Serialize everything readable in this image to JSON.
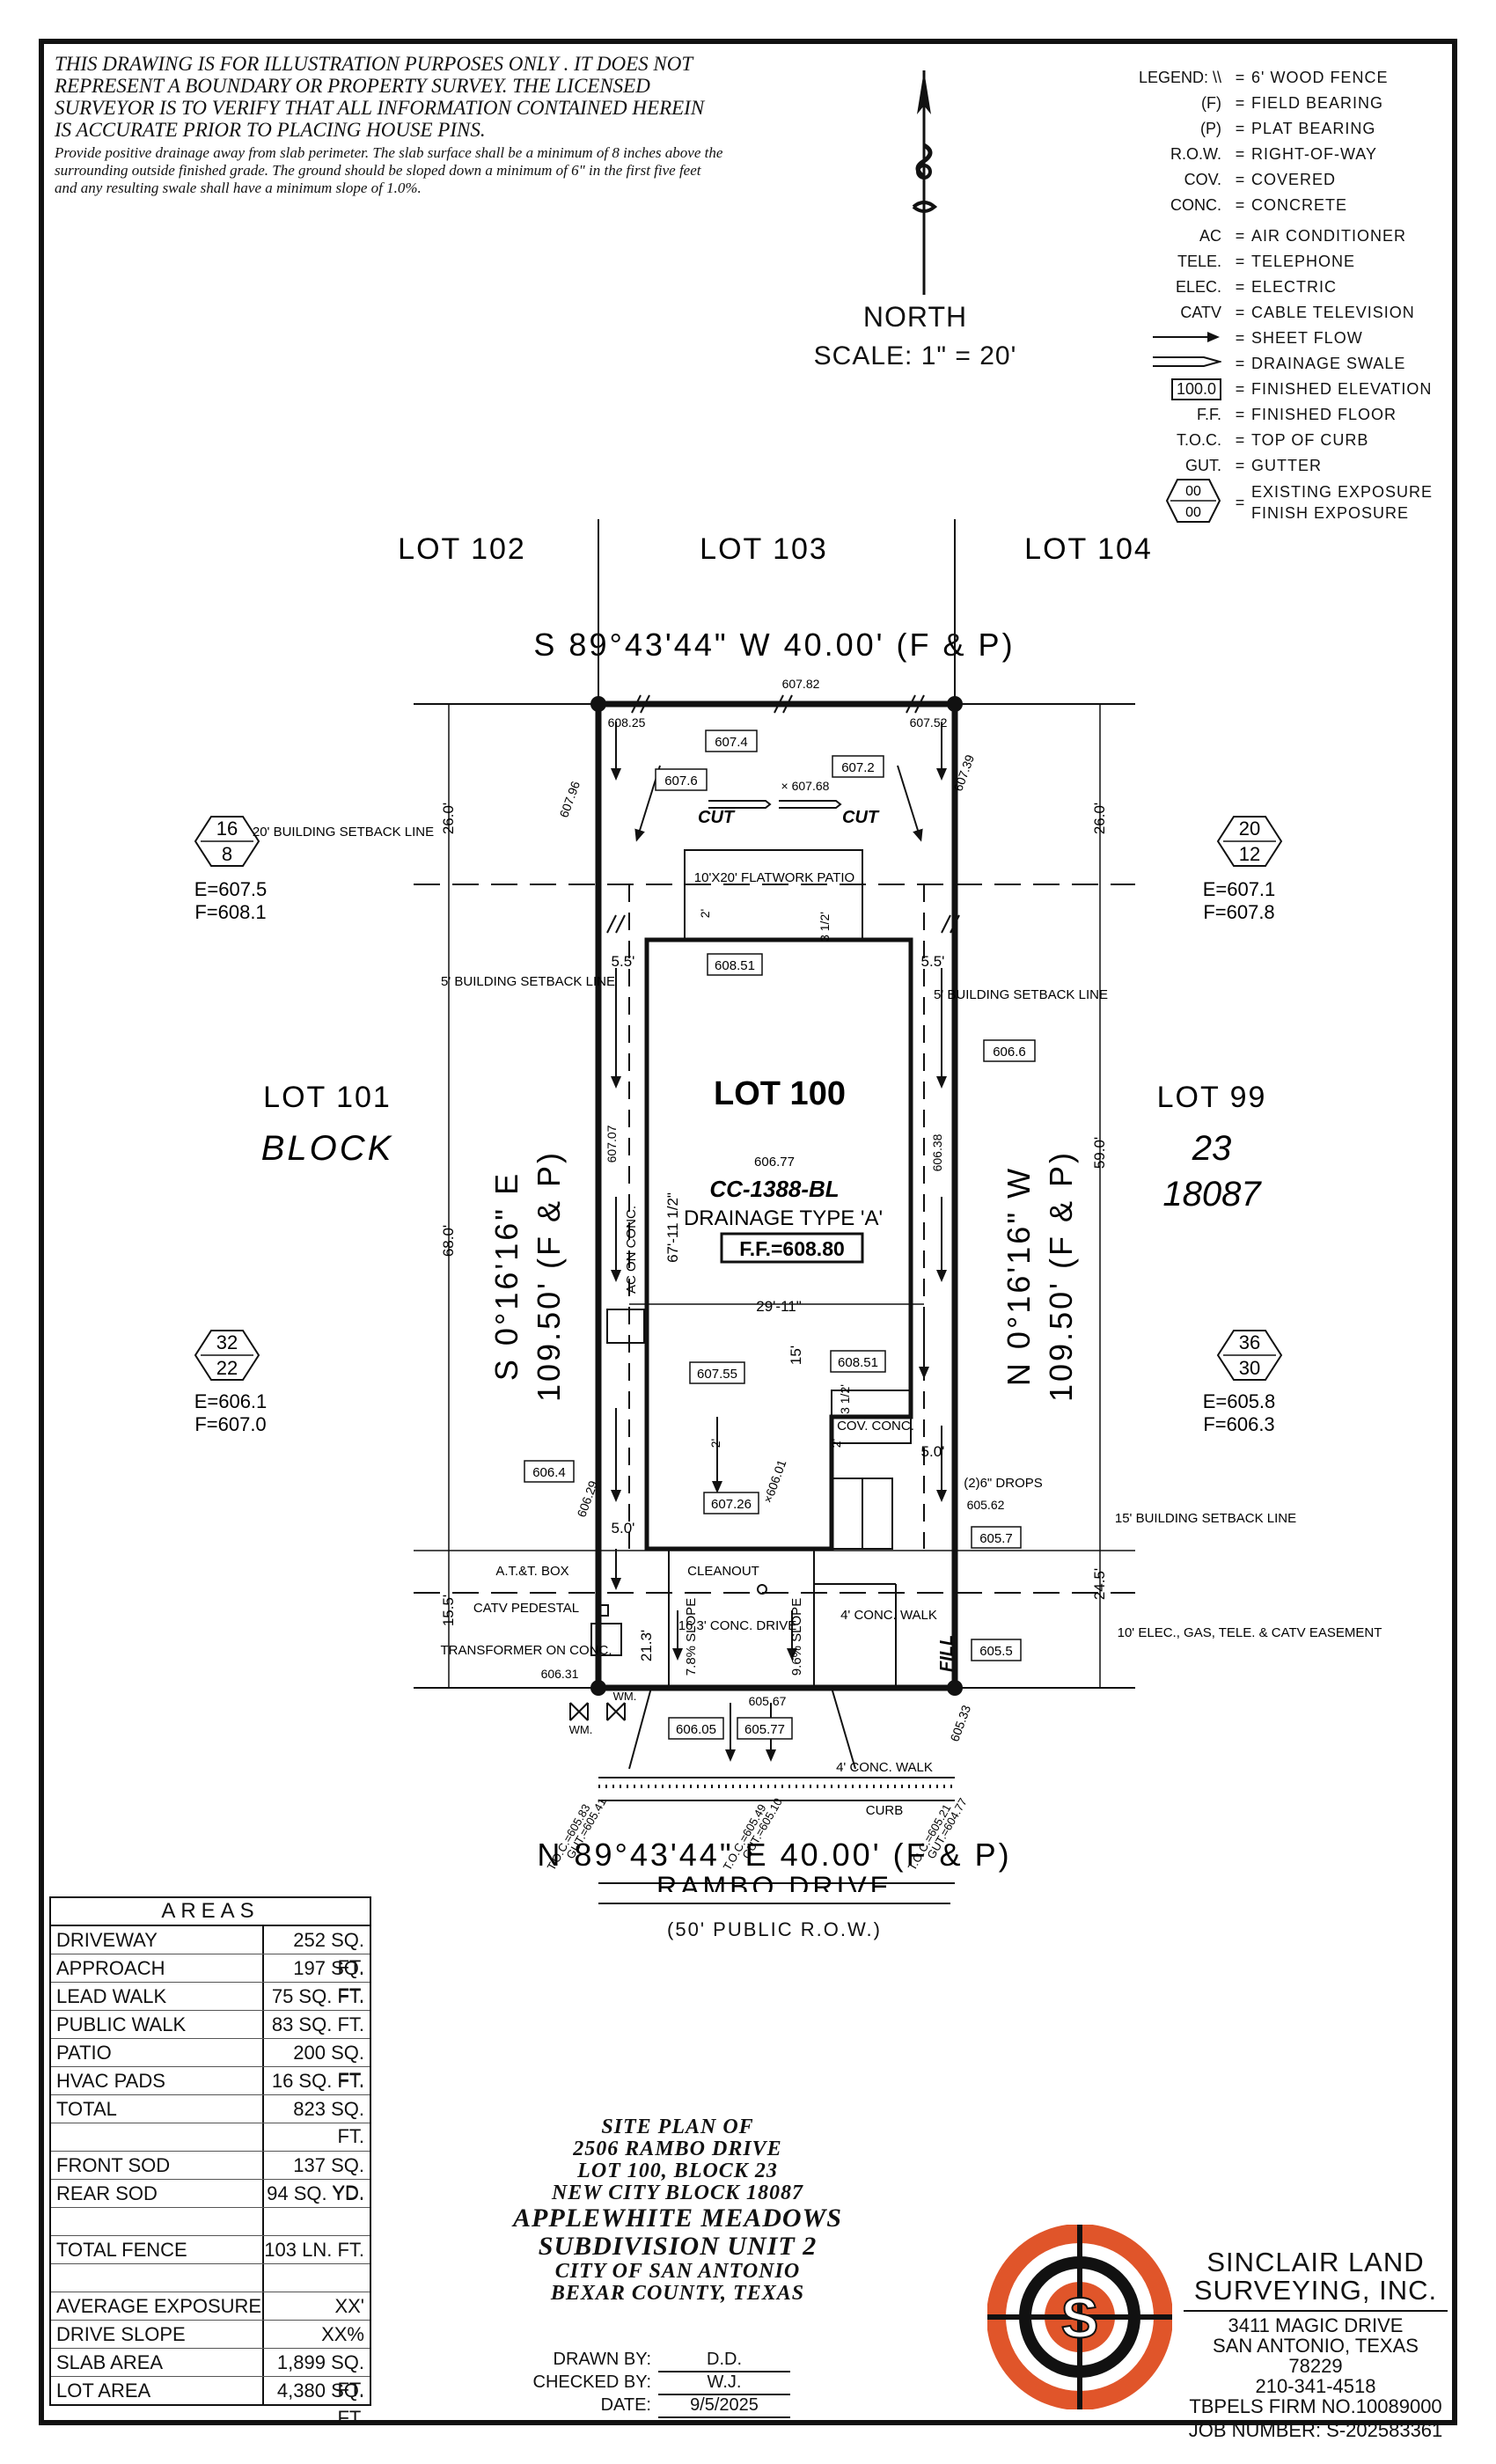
{
  "disclaimer": {
    "caps": "THIS DRAWING IS FOR ILLUSTRATION PURPOSES ONLY . IT DOES NOT REPRESENT A BOUNDARY OR PROPERTY SURVEY. THE LICENSED SURVEYOR IS TO VERIFY THAT ALL INFORMATION CONTAINED HEREIN IS ACCURATE PRIOR TO PLACING HOUSE PINS.",
    "drainage_note": "Provide positive drainage away from slab perimeter. The slab surface shall be a minimum of 8 inches above the surrounding outside finished grade. The ground should be sloped down a minimum of 6\" in the first five feet and any resulting swale shall have a minimum slope of 1.0%."
  },
  "north": {
    "label": "NORTH",
    "scale": "SCALE:  1\"  =  20'"
  },
  "legend": [
    {
      "abbr": "LEGEND:  \\\\",
      "desc": "6' WOOD FENCE"
    },
    {
      "abbr": "(F)",
      "desc": "FIELD BEARING"
    },
    {
      "abbr": "(P)",
      "desc": "PLAT BEARING"
    },
    {
      "abbr": "R.O.W.",
      "desc": "RIGHT-OF-WAY"
    },
    {
      "abbr": "COV.",
      "desc": "COVERED"
    },
    {
      "abbr": "CONC.",
      "desc": "CONCRETE"
    },
    {
      "abbr": "AC",
      "desc": "AIR CONDITIONER"
    },
    {
      "abbr": "TELE.",
      "desc": "TELEPHONE"
    },
    {
      "abbr": "ELEC.",
      "desc": "ELECTRIC"
    },
    {
      "abbr": "CATV",
      "desc": "CABLE TELEVISION"
    },
    {
      "abbr": "",
      "desc": "SHEET FLOW"
    },
    {
      "abbr": "",
      "desc": "DRAINAGE SWALE"
    },
    {
      "abbr": "100.0",
      "desc": "FINISHED ELEVATION"
    },
    {
      "abbr": "F.F.",
      "desc": "FINISHED FLOOR"
    },
    {
      "abbr": "T.O.C.",
      "desc": "TOP OF CURB"
    },
    {
      "abbr": "GUT.",
      "desc": "GUTTER"
    }
  ],
  "legend_exposure": {
    "top": "00",
    "bottom": "00",
    "desc1": "EXISTING EXPOSURE",
    "desc2": "FINISH EXPOSURE"
  },
  "plan": {
    "lot_102": "LOT 102",
    "lot_103": "LOT 103",
    "lot_104": "LOT 104",
    "lot_101": "LOT 101",
    "block_word": "BLOCK",
    "lot_99": "LOT 99",
    "block_num": "23",
    "ncb": "18087",
    "north_bearing": "S 89°43'44\"  W 40.00'  (F & P)",
    "south_bearing": "N 89°43'44\"  E 40.00'  (F & P)",
    "west_bearing": "S 0°16'16\"  E",
    "west_distance": "109.50'  (F & P)",
    "east_bearing": "N 0°16'16\"  W",
    "east_distance": "109.50'  (F & P)",
    "street": "RAMBO  DRIVE",
    "row": "(50'  PUBLIC  R.O.W.)",
    "lot_label": "LOT 100",
    "plan_code": "CC-1388-BL",
    "drainage": "DRAINAGE TYPE 'A'",
    "ff": "F.F.=608.80",
    "center_elev": "606.77",
    "hex_left_top": {
      "top": "16",
      "bottom": "8",
      "e": "E=607.5",
      "f": "F=608.1"
    },
    "hex_right_top": {
      "top": "20",
      "bottom": "12",
      "e": "E=607.1",
      "f": "F=607.8"
    },
    "hex_left_bottom": {
      "top": "32",
      "bottom": "22",
      "e": "E=606.1",
      "f": "F=607.0"
    },
    "hex_right_bottom": {
      "top": "36",
      "bottom": "30",
      "e": "E=605.8",
      "f": "F=606.3"
    },
    "dims": {
      "d26_left": "26.0'",
      "d26_right": "26.0'",
      "d68": "68.0'",
      "d59": "59.0'",
      "d15_5": "15.5'",
      "d24_5": "24.5'",
      "d5_5l": "5.5'",
      "d5_5r": "5.5'",
      "d5_0l": "5.0'",
      "d5_0r": "5.0'",
      "d29_11": "29'-11\"",
      "d67_11": "67'-11 1/2\"",
      "d21_3": "21.3'",
      "d16_3": "16.3'",
      "d15": "15'",
      "d3_5a": "3 1/2'",
      "d3_5b": "3 1/2'",
      "d2a": "2'",
      "d2b": "2'",
      "d2c": "2'"
    },
    "notes": {
      "setback20": "20' BUILDING SETBACK LINE",
      "setback5l": "5' BUILDING SETBACK LINE",
      "setback5r": "5' BUILDING SETBACK LINE",
      "setback15": "15' BUILDING SETBACK LINE",
      "easement": "10' ELEC., GAS, TELE. & CATV EASEMENT",
      "patio": "10'X20' FLATWORK PATIO",
      "ac": "AC ON CONC.",
      "cov_conc": "COV. CONC.",
      "drops": "(2)6\" DROPS",
      "att_box": "A.T.&T. BOX",
      "catv_ped": "CATV PEDESTAL",
      "transformer": "TRANSFORMER ON CONC.",
      "cleanout": "CLEANOUT",
      "drive": "16.3' CONC. DRIVE",
      "conc_walk4": "4' CONC. WALK",
      "conc_walk4b": "4' CONC. WALK",
      "curb": "CURB",
      "slope78": "7.8% SLOPE",
      "slope96": "9.6% SLOPE",
      "cut1": "CUT",
      "cut2": "CUT",
      "fill": "FILL",
      "wm1": "WM.",
      "wm2": "WM."
    },
    "elev_boxes": [
      "607.4",
      "607.6",
      "607.2",
      "608.51",
      "606.6",
      "607.55",
      "608.51",
      "606.4",
      "607.26",
      "605.7",
      "605.5",
      "606.05",
      "605.77"
    ],
    "elev_text": {
      "e60782": "607.82",
      "e60825": "608.25",
      "e60752": "607.52",
      "e60796": "607.96",
      "e60739": "607.39",
      "e60768": "× 607.68",
      "e60707": "607.07",
      "e60638": "606.38",
      "e60601": "×606.01",
      "e60629": "606.29",
      "e60562": "605.62",
      "e60631": "606.31",
      "e60567": "605.67",
      "e60533": "605.33",
      "toc1": "T.O.C.=605.83",
      "gut1": "GUT.=605.41",
      "toc2": "T.O.C.=605.49",
      "gut2": "GUT.=605.10",
      "toc3": "T.O.C.=605.21",
      "gut3": "GUT.=604.77"
    }
  },
  "areas": {
    "title": "AREAS",
    "rows": [
      {
        "label": "DRIVEWAY",
        "value": "252 SQ. FT."
      },
      {
        "label": "APPROACH",
        "value": "197 SQ. FT."
      },
      {
        "label": "LEAD WALK",
        "value": "75 SQ. FT."
      },
      {
        "label": "PUBLIC WALK",
        "value": "83 SQ. FT."
      },
      {
        "label": "PATIO",
        "value": "200 SQ. FT."
      },
      {
        "label": "HVAC PADS",
        "value": "16 SQ. FT."
      },
      {
        "label": "TOTAL",
        "value": "823 SQ. FT."
      },
      {
        "label": "",
        "value": ""
      },
      {
        "label": "FRONT SOD",
        "value": "137 SQ. YD."
      },
      {
        "label": "REAR SOD",
        "value": "94 SQ. YD."
      },
      {
        "label": "",
        "value": ""
      },
      {
        "label": "TOTAL FENCE",
        "value": "103 LN. FT."
      },
      {
        "label": "",
        "value": ""
      },
      {
        "label": "AVERAGE EXPOSURE",
        "value": "XX'"
      },
      {
        "label": "DRIVE SLOPE",
        "value": "XX%"
      },
      {
        "label": "SLAB AREA",
        "value": "1,899 SQ. FT."
      },
      {
        "label": "LOT AREA",
        "value": "4,380 SQ. FT."
      }
    ]
  },
  "title_block": {
    "l1": "SITE PLAN OF",
    "l2": "2506 RAMBO DRIVE",
    "l3": "LOT 100, BLOCK 23",
    "l4": "NEW CITY BLOCK 18087",
    "l5": "APPLEWHITE MEADOWS",
    "l6": "SUBDIVISION UNIT 2",
    "l7": "CITY OF SAN ANTONIO",
    "l8": "BEXAR COUNTY, TEXAS"
  },
  "signoff": {
    "drawn_label": "DRAWN  BY:",
    "drawn": "D.D.",
    "checked_label": "CHECKED  BY:",
    "checked": "W.J.",
    "date_label": "DATE:",
    "date": "9/5/2025"
  },
  "firm": {
    "name1": "SINCLAIR LAND",
    "name2": "SURVEYING, INC.",
    "addr1": "3411 MAGIC DRIVE",
    "addr2": "SAN ANTONIO, TEXAS 78229",
    "phone": "210-341-4518",
    "tbpels": "TBPELS FIRM NO.10089000",
    "job": "JOB NUMBER:   S-202583361",
    "logo_letter": "S"
  },
  "colors": {
    "logo_orange": "#e0552a",
    "ink": "#111111"
  }
}
